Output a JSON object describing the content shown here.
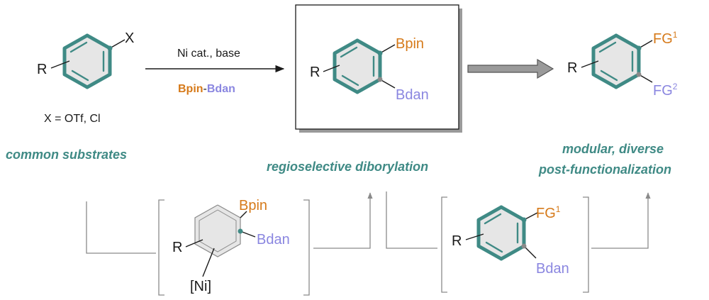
{
  "substrate": {
    "r_group": "R",
    "leaving_group": "X",
    "condition": "X = OTf, Cl"
  },
  "reaction": {
    "conditions": "Ni cat., base",
    "reagent_part1": "Bpin",
    "reagent_dash": "-",
    "reagent_part2": "Bdan"
  },
  "product": {
    "r_group": "R",
    "group1": "Bpin",
    "group2": "Bdan"
  },
  "final": {
    "r_group": "R",
    "fg1": "FG",
    "fg1_sup": "1",
    "fg2": "FG",
    "fg2_sup": "2"
  },
  "captions": {
    "left": "common substrates",
    "middle": "regioselective diborylation",
    "right_line1": "modular, diverse",
    "right_line2": "post-functionalization"
  },
  "intermediate1": {
    "r_group": "R",
    "group1": "Bpin",
    "group2": "Bdan",
    "metal": "[Ni]"
  },
  "intermediate2": {
    "r_group": "R",
    "fg1": "FG",
    "fg1_sup": "1",
    "group2": "Bdan"
  },
  "colors": {
    "ring": "#3f8a85",
    "ring_fill": "#e6e6e6",
    "orange": "#d67a1a",
    "blue": "#8a86e0",
    "caption": "#3f8a85",
    "dot_teal": "#3f8a85",
    "dot_gray": "#8a8a8a"
  }
}
